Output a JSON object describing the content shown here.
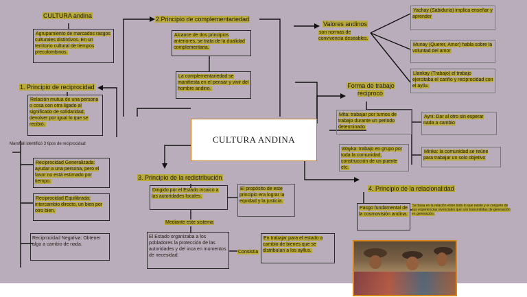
{
  "center": "CULTURA ANDINA",
  "cultura": {
    "title": "CULTURA andina",
    "def": "Agrupamiento de marcados rasgos culturales distintivos. En un territorio cultural de tiempos precolombinos."
  },
  "reciprocidad": {
    "title": "1. Principio de reciprocidad",
    "def": "Relación mutua de una persona o cosa con otra ligado al significado de solidaridad, devolver por igual lo que se recibió.",
    "marshall": "Marshall identificó 3 tipos de reciprocidad:",
    "generalizada": "Reciprocidad Generalizada: ayudar a una persona, pero el favor no está estimado por tiempo.",
    "equilibrada": "Reciprocidad Equilibrada: intercambio directo, un bien por otro bien.",
    "negativa": "Reciprocidad Negativa: Obtener algo a cambio de nada."
  },
  "complementariedad": {
    "title": "2.Principio de complementariedad",
    "def1": "Alcance de dos principios anteriores, se trata de la dualidad complementaria.",
    "def2": "La complementariedad se manifiesta en el pensar y vivir del hombre andino."
  },
  "valores": {
    "title": "Valores andinos",
    "def": "son normas de convivencia deseables.",
    "yachay": "Yachay (Sabiduría) implica enseñar y aprender",
    "munay": "Munay (Querer, Amor) habla sobre la voluntad del amor",
    "llankay": "Llankay (Trabajo) el trabajo ejercitaba el cariño y reciprocidad con el ayllu."
  },
  "trabajo": {
    "title": "Forma de trabajo reciproco",
    "mita": "Mita: trabajar por turnos de trabajo durante un periodo determinado",
    "wayka": "Wayka: trabajo en grupo por toda la comunidad, construcción de un puente etc.",
    "ayni": "Ayni: Dar al otro sin esperar nada a cambio",
    "minka": "Minka: la comunidad se reúne para trabajar un solo objetivo"
  },
  "redistribucion": {
    "title": "3. Principio de la redistribución",
    "dirigido": "Dirigido por el Estado incaico a las autoridades locales.",
    "proposito": "El propósito de este principio era lograr la equidad y la justicia.",
    "mediante": "Mediante este sistema",
    "estado": "El Estado organizaba a los pobladores la protección de las autoridades y del inca en momentos de necesidad.",
    "consistia_label": "Consistía",
    "consistia": "En trabajar para el estado a cambio de bienes que se distribuían a los ayllus."
  },
  "relacionalidad": {
    "title": "4. Principio de la relacionalidad",
    "pasgo": "Pasgo fundamental de la cosmovisión andina.",
    "def": "Se basa en la relación entre todo lo que existe y el conjunto de sus experiencias vivenciales que son transmitidas de generación en generación."
  },
  "colors": {
    "background": "#b9adbb",
    "highlight": "#b8a93a",
    "center_border": "#c7781f"
  }
}
